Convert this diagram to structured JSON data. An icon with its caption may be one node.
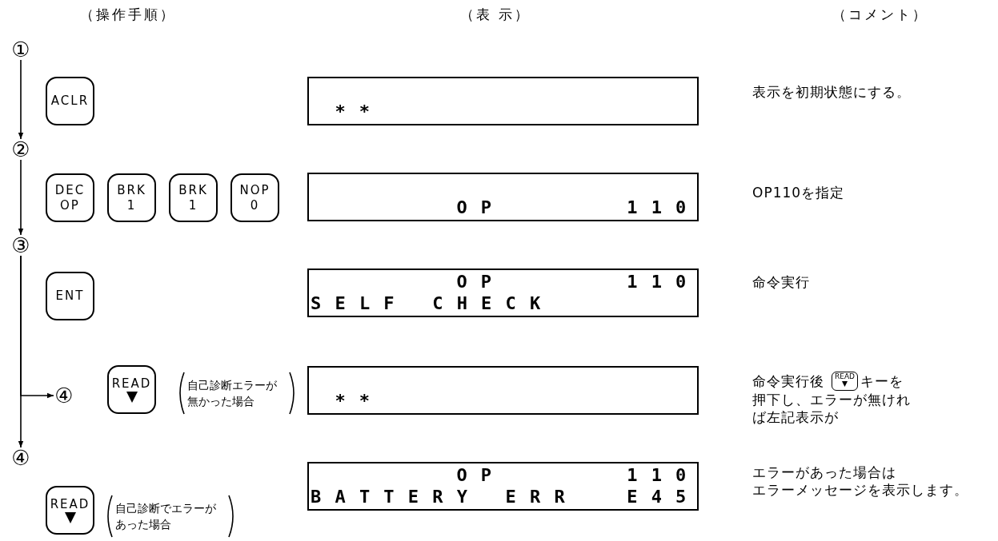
{
  "diagram": {
    "nodes": [
      {
        "text": [
          "①"
        ]
      },
      {
        "text": [
          "ACLR"
        ]
      },
      {
        "text": [
          "**"
        ]
      },
      {
        "text": [
          "②"
        ]
      },
      {
        "text": [
          "DEC OP"
        ]
      },
      {
        "text": [
          "BRK 1"
        ]
      },
      {
        "text": [
          "BRK 1"
        ]
      },
      {
        "text": [
          "NOP 0"
        ]
      },
      {
        "text": [
          "OP",
          "110"
        ]
      },
      {
        "text": [
          "③"
        ]
      },
      {
        "text": [
          "ENT"
        ]
      },
      {
        "text": [
          "OP",
          "110",
          "SELF CHECK"
        ]
      },
      {
        "text": [
          "④"
        ]
      },
      {
        "text": [
          "READ"
        ]
      },
      {
        "text": [
          "**"
        ]
      },
      {
        "text": [
          "④"
        ]
      },
      {
        "text": [
          "READ"
        ]
      },
      {
        "text": [
          "OP",
          "110",
          "BATTERY ERR",
          "E45"
        ]
      }
    ],
    "edges": [
      {
        "from": 0,
        "to": 3,
        "arrow": "to"
      },
      {
        "from": 3,
        "to": 9,
        "arrow": "to"
      },
      {
        "from": 9,
        "to": 12,
        "arrow": "to"
      },
      {
        "from": 9,
        "to": 15,
        "arrow": "to"
      }
    ],
    "labels": [
      "（操作手順）",
      "（表 示）",
      "（コメント）",
      "表示を初期状態にする。",
      "OP110を指定",
      "命令実行",
      "自己診断エラーが無かった場合",
      "命令実行後",
      "READ",
      "キーを",
      "押下し、エラーが無ければ左記表示が",
      "エラーがあった場合は",
      "エラーメッセージを表示します。",
      "自己診断でエラーがあった場合"
    ]
  }
}
